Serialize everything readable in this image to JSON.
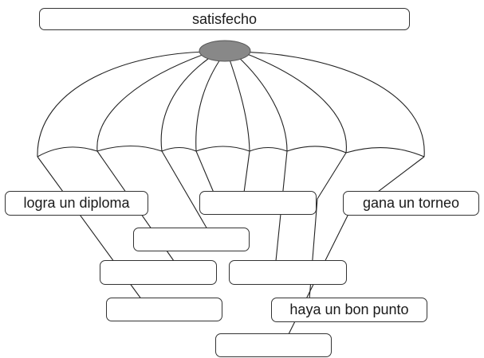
{
  "title": "satisfecho",
  "canopy_color": "#888888",
  "line_color": "#222222",
  "labels": [
    {
      "id": "label-left-top",
      "text": "logra un diploma"
    },
    {
      "id": "label-center-top",
      "text": ""
    },
    {
      "id": "label-right-top",
      "text": "gana un torneo"
    },
    {
      "id": "label-left-mid",
      "text": ""
    },
    {
      "id": "label-left-lower",
      "text": ""
    },
    {
      "id": "label-right-lower",
      "text": ""
    },
    {
      "id": "label-left-bottom",
      "text": ""
    },
    {
      "id": "label-right-bottom",
      "text": "haya un bon punto"
    },
    {
      "id": "label-bottom",
      "text": ""
    }
  ]
}
